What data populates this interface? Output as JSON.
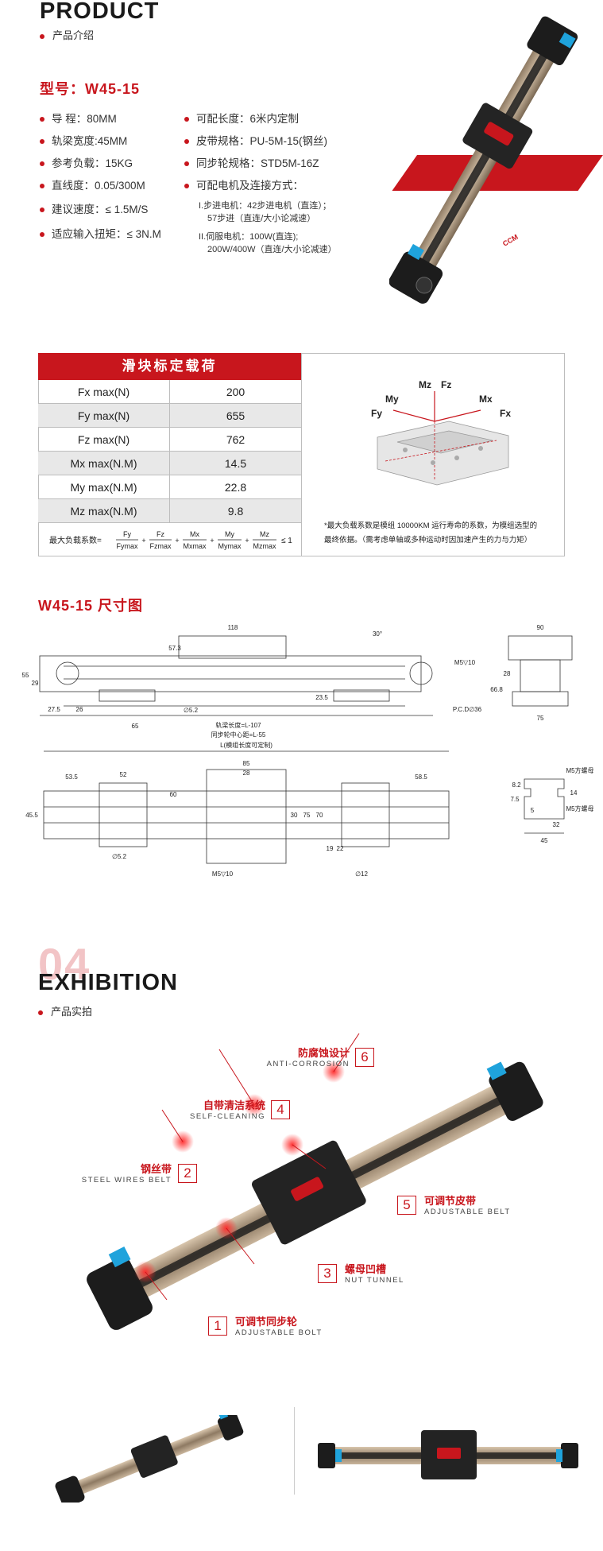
{
  "header": {
    "title": "PRODUCT",
    "subtitle": "产品介绍"
  },
  "model": "型号：W45-15",
  "specs_left": [
    "导  程：80MM",
    "轨梁宽度:45MM",
    "参考负载：15KG",
    "直线度：0.05/300M",
    "建议速度：≤ 1.5M/S",
    "适应输入扭矩：≤ 3N.M"
  ],
  "specs_right": [
    "可配长度：6米内定制",
    "皮带规格：PU-5M-15(钢丝)",
    "同步轮规格：STD5M-16Z",
    "可配电机及连接方式："
  ],
  "motor_options": [
    "I.步进电机：42步进电机（直连）；",
    "57步进（直连/大小论减速）",
    "II.伺服电机：100W(直连);",
    "200W/400W（直连/大小论减速）"
  ],
  "product_brand": "CCM",
  "load_table": {
    "title": "滑块标定载荷",
    "rows": [
      {
        "label": "Fx max(N)",
        "value": "200"
      },
      {
        "label": "Fy max(N)",
        "value": "655"
      },
      {
        "label": "Fz max(N)",
        "value": "762"
      },
      {
        "label": "Mx max(N.M)",
        "value": "14.5"
      },
      {
        "label": "My max(N.M)",
        "value": "22.8"
      },
      {
        "label": "Mz max(N.M)",
        "value": "9.8"
      }
    ],
    "formula_label": "最大负载系数=",
    "formula_terms": [
      {
        "num": "Fy",
        "den": "Fymax"
      },
      {
        "num": "Fz",
        "den": "Fzmax"
      },
      {
        "num": "Mx",
        "den": "Mxmax"
      },
      {
        "num": "My",
        "den": "Mymax"
      },
      {
        "num": "Mz",
        "den": "Mzmax"
      }
    ],
    "formula_end": "≤ 1",
    "axes": {
      "mz": "Mz",
      "fz": "Fz",
      "my": "My",
      "mx": "Mx",
      "fy": "Fy",
      "fx": "Fx"
    },
    "note_line1": "*最大负载系数是模组 10000KM 运行寿命的系数，为模组选型的",
    "note_line2": "最终依据。（需考虑单轴或多种运动时因加速产生的力与力矩）"
  },
  "dimensions": {
    "title": "W45-15 尺寸图",
    "top_view": {
      "d118": "118",
      "d57_3": "57.3",
      "d30deg": "30°",
      "d55": "55",
      "d29": "29",
      "d27_5": "27.5",
      "d26": "26",
      "d65": "65",
      "d5_2": "∅5.2",
      "d23_5": "23.5",
      "rail_len": "轨梁长度=L-107",
      "pulley_len": "同步轮中心距=L-55",
      "m5": "M5▽10",
      "pcd": "P.C.D∅36"
    },
    "end_view": {
      "d90": "90",
      "d28": "28",
      "d66_8": "66.8",
      "d75": "75"
    },
    "plan_view": {
      "length": "L(模组长度可定制)",
      "d85": "85",
      "d28": "28",
      "d53_5": "53.5",
      "d58_5": "58.5",
      "d52": "52",
      "d60": "60",
      "d45_5": "45.5",
      "d30": "30",
      "d75": "75",
      "d70": "70",
      "d5_2": "∅5.2",
      "m5": "M5▽10",
      "d12": "∅12",
      "d19": "19",
      "d22": "22"
    },
    "section": {
      "m5a": "M5方螺母",
      "m5b": "M5方螺母",
      "d8_2": "8.2",
      "d7_5": "7.5",
      "d5": "5",
      "d14": "14",
      "d32": "32",
      "d45": "45"
    }
  },
  "exhibition": {
    "number": "04",
    "title": "EXHIBITION",
    "subtitle": "产品实拍"
  },
  "callouts": [
    {
      "num": "6",
      "cn": "防腐蚀设计",
      "en": "ANTI-CORROSION"
    },
    {
      "num": "4",
      "cn": "自带清洁系统",
      "en": "SELF-CLEANING"
    },
    {
      "num": "2",
      "cn": "钢丝带",
      "en": "STEEL WIRES BELT"
    },
    {
      "num": "5",
      "cn": "可调节皮带",
      "en": "ADJUSTABLE BELT"
    },
    {
      "num": "3",
      "cn": "螺母凹槽",
      "en": "NUT TUNNEL"
    },
    {
      "num": "1",
      "cn": "可调节同步轮",
      "en": "ADJUSTABLE BOLT"
    }
  ],
  "colors": {
    "accent": "#c8161d",
    "blue_cap": "#1fa3dc",
    "rail_gold": "#b8a287",
    "body_black": "#1c1c1c"
  }
}
